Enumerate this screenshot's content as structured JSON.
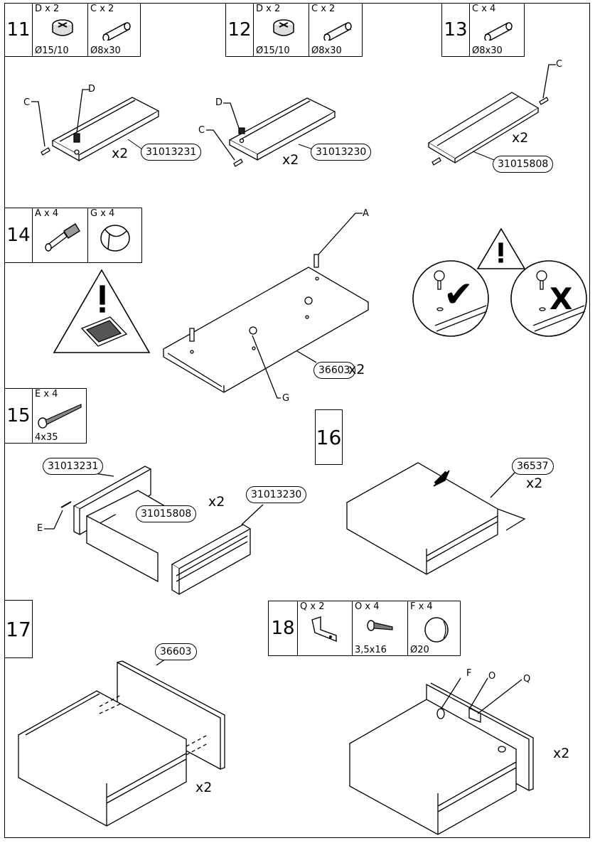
{
  "steps": {
    "s11": {
      "number": "11",
      "parts": [
        {
          "qty": "D x 2",
          "dim": "Ø15/10",
          "icon": "cam-lock-icon"
        },
        {
          "qty": "C x 2",
          "dim": "Ø8x30",
          "icon": "dowel-icon"
        }
      ]
    },
    "s12": {
      "number": "12",
      "parts": [
        {
          "qty": "D x 2",
          "dim": "Ø15/10",
          "icon": "cam-lock-icon"
        },
        {
          "qty": "C x 2",
          "dim": "Ø8x30",
          "icon": "dowel-icon"
        }
      ]
    },
    "s13": {
      "number": "13",
      "parts": [
        {
          "qty": "C x 4",
          "dim": "Ø8x30",
          "icon": "dowel-icon"
        }
      ]
    },
    "s14": {
      "number": "14",
      "parts": [
        {
          "qty": "A x 4",
          "dim": "",
          "icon": "cam-bolt-icon"
        },
        {
          "qty": "G x 4",
          "dim": "",
          "icon": "cam-cap-icon"
        }
      ]
    },
    "s15": {
      "number": "15",
      "parts": [
        {
          "qty": "E x 4",
          "dim": "4x35",
          "icon": "screw-icon"
        }
      ]
    },
    "s16": {
      "number": "16"
    },
    "s17": {
      "number": "17"
    },
    "s18": {
      "number": "18",
      "parts": [
        {
          "qty": "Q x 2",
          "dim": "",
          "icon": "bracket-icon"
        },
        {
          "qty": "O x 4",
          "dim": "3,5x16",
          "icon": "small-screw-icon"
        },
        {
          "qty": "F x 4",
          "dim": "Ø20",
          "icon": "cover-cap-icon"
        }
      ]
    }
  },
  "labels": {
    "p11_code": "31013231",
    "p11_mult": "x2",
    "p11_c": "C",
    "p11_d": "D",
    "p12_code": "31013230",
    "p12_mult": "x2",
    "p12_c": "C",
    "p12_d": "D",
    "p13_code": "31015808",
    "p13_mult": "x2",
    "p13_c": "C",
    "p14_code": "36603",
    "p14_mult": "x2",
    "p14_a": "A",
    "p14_g": "G",
    "p15_code1": "31013231",
    "p15_code2": "31015808",
    "p15_code3": "31013230",
    "p15_mult": "x2",
    "p15_e": "E",
    "p16_code": "36537",
    "p16_mult": "x2",
    "p17_code": "36603",
    "p17_mult": "x2",
    "p18_mult": "x2",
    "p18_f": "F",
    "p18_o": "O",
    "p18_q": "Q"
  },
  "warnings": {
    "correct_mark": "✔",
    "wrong_mark": "X",
    "warning_mark": "!"
  },
  "colors": {
    "line": "#000000",
    "background": "#ffffff"
  }
}
